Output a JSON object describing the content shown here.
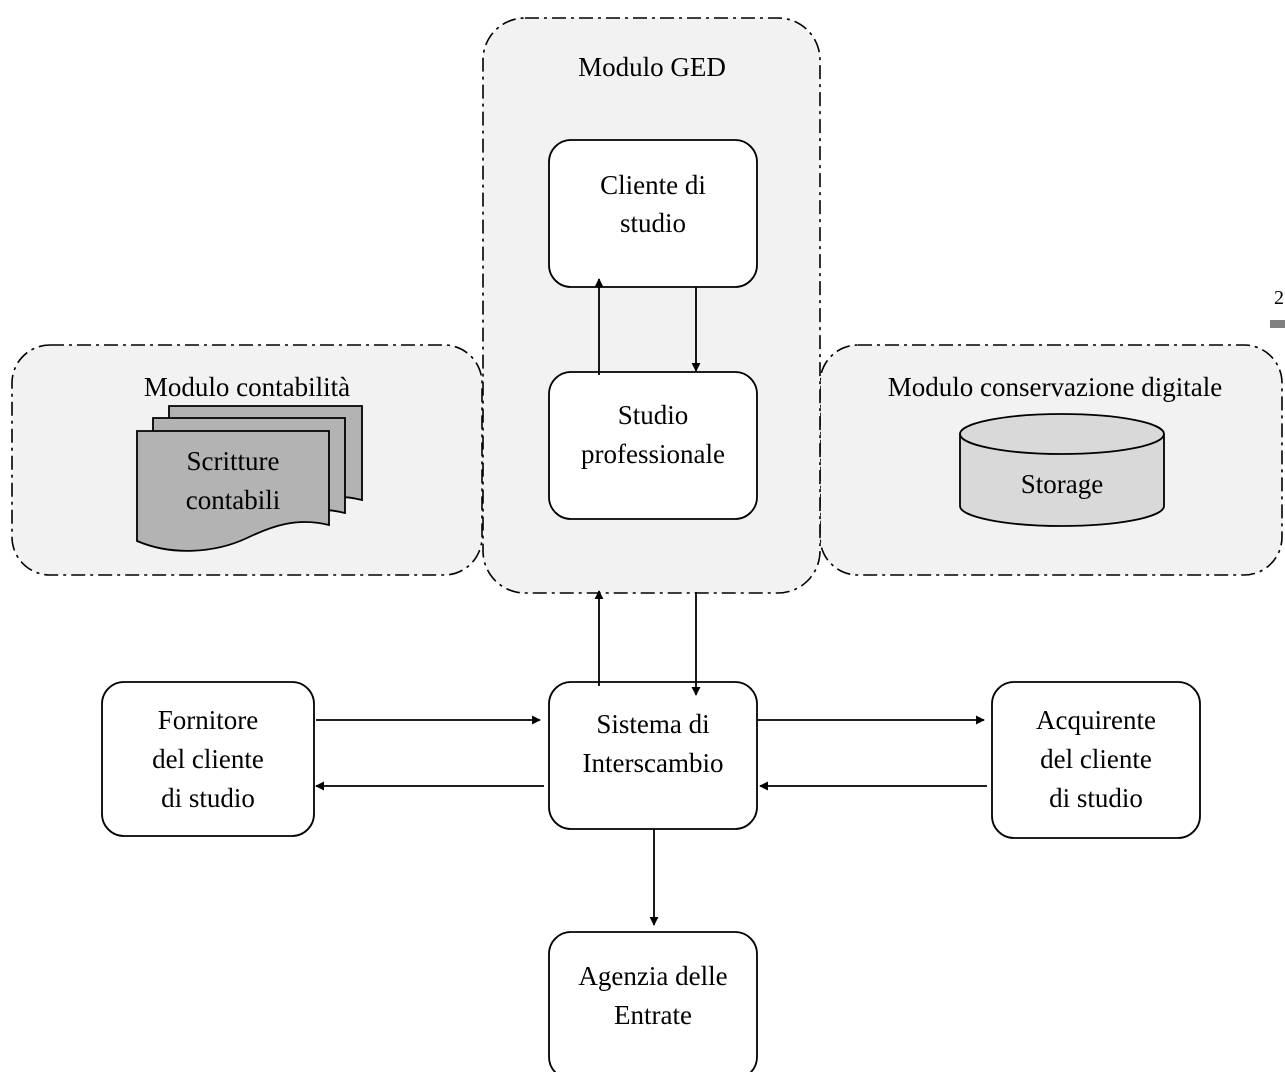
{
  "groups": {
    "ged": "Modulo GED",
    "contabilita": "Modulo contabilità",
    "conservazione": "Modulo conservazione digitale"
  },
  "nodes": {
    "cliente_studio": [
      "Cliente di",
      "studio"
    ],
    "studio_professionale": [
      "Studio",
      "professionale"
    ],
    "scritture_contabili": [
      "Scritture",
      "contabili"
    ],
    "storage": "Storage",
    "sistema_interscambio": [
      "Sistema di",
      "Interscambio"
    ],
    "fornitore": [
      "Fornitore",
      "del cliente",
      "di studio"
    ],
    "acquirente": [
      "Acquirente",
      "del cliente",
      "di studio"
    ],
    "agenzia_entrate": [
      "Agenzia delle",
      "Entrate"
    ]
  },
  "page_number": "2",
  "colors": {
    "group_fill": "#f2f2f2",
    "document_fill": "#b3b3b3",
    "storage_fill": "#d9d9d9",
    "node_fill": "#ffffff",
    "stroke": "#000000"
  },
  "edges": [
    {
      "from": "studio_professionale",
      "to": "cliente_studio"
    },
    {
      "from": "cliente_studio",
      "to": "studio_professionale"
    },
    {
      "from": "sistema_interscambio",
      "to": "modulo_ged"
    },
    {
      "from": "modulo_ged",
      "to": "sistema_interscambio"
    },
    {
      "from": "fornitore",
      "to": "sistema_interscambio"
    },
    {
      "from": "sistema_interscambio",
      "to": "fornitore"
    },
    {
      "from": "sistema_interscambio",
      "to": "acquirente"
    },
    {
      "from": "acquirente",
      "to": "sistema_interscambio"
    },
    {
      "from": "sistema_interscambio",
      "to": "agenzia_entrate"
    }
  ]
}
